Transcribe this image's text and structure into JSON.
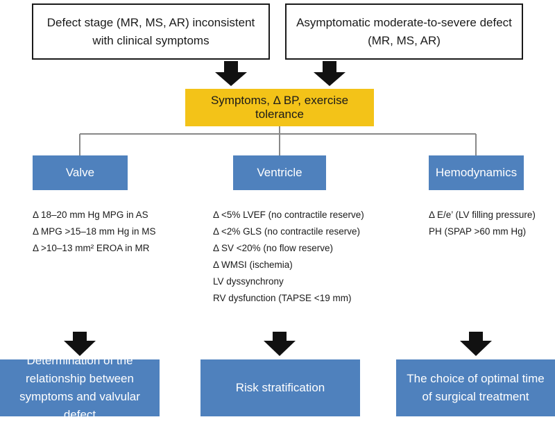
{
  "top_boxes": [
    {
      "text": "Defect stage (MR, MS, AR) inconsistent\nwith clinical symptoms"
    },
    {
      "text": "Asymptomatic moderate-to-severe defect\n(MR, MS, AR)"
    }
  ],
  "center_box": {
    "text": "Symptoms, Δ BP, exercise tolerance"
  },
  "categories": [
    {
      "label": "Valve",
      "items": [
        "Δ 18–20 mm Hg MPG in AS",
        "Δ MPG >15–18 mm Hg in MS",
        "Δ >10–13 mm² EROA in MR"
      ]
    },
    {
      "label": "Ventricle",
      "items": [
        "Δ <5% LVEF (no contractile reserve)",
        "Δ <2% GLS (no contractile reserve)",
        "Δ SV <20% (no flow reserve)",
        "Δ WMSI (ischemia)",
        "LV dyssynchrony",
        "RV dysfunction (TAPSE <19 mm)"
      ]
    },
    {
      "label": "Hemodynamics",
      "items": [
        "Δ E/e’ (LV filling pressure)",
        "PH (SPAP >60 mm Hg)"
      ]
    }
  ],
  "outcomes": [
    {
      "text": "Determination of the\nrelationship between\nsymptoms and valvular defect"
    },
    {
      "text": "Risk stratification"
    },
    {
      "text": "The choice of optimal time\nof surgical treatment"
    }
  ],
  "colors": {
    "yellow": "#f3c318",
    "blue": "#4f81bd",
    "connector": "#888888",
    "arrow": "#111111"
  },
  "icons": [
    "down-arrow-icon"
  ]
}
